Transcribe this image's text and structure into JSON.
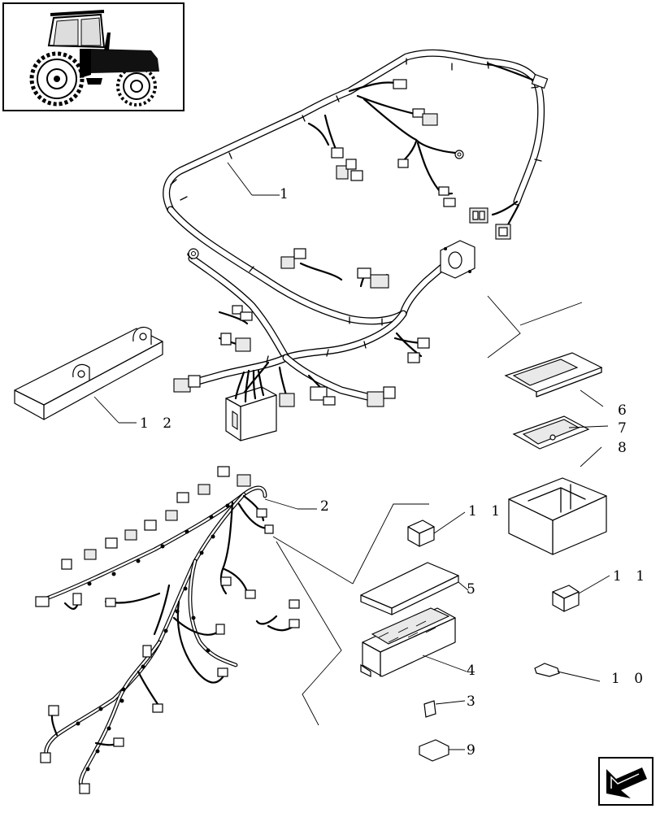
{
  "callouts": [
    {
      "id": "1",
      "text": "1",
      "part": "main cab wiring harness"
    },
    {
      "id": "2",
      "text": "2",
      "part": "lower wiring harness"
    },
    {
      "id": "3",
      "text": "3",
      "part": "fuse"
    },
    {
      "id": "4",
      "text": "4",
      "part": "fuse box"
    },
    {
      "id": "5",
      "text": "5",
      "part": "fuse box cover"
    },
    {
      "id": "6",
      "text": "6",
      "part": "fuse panel cover"
    },
    {
      "id": "7",
      "text": "7",
      "part": "fuse board"
    },
    {
      "id": "8",
      "text": "8",
      "part": "fuse board housing"
    },
    {
      "id": "9",
      "text": "9",
      "part": "maxi fuse"
    },
    {
      "id": "10",
      "text": "1 0",
      "part": "bulb"
    },
    {
      "id": "11a",
      "text": "1 1",
      "part": "relay"
    },
    {
      "id": "11b",
      "text": "1 1",
      "part": "relay"
    },
    {
      "id": "12",
      "text": "1 2",
      "part": "mounting bracket"
    }
  ],
  "thumbnail": {
    "subject": "tractor-icon"
  },
  "navigation": {
    "icon": "next-page-arrow-icon"
  }
}
